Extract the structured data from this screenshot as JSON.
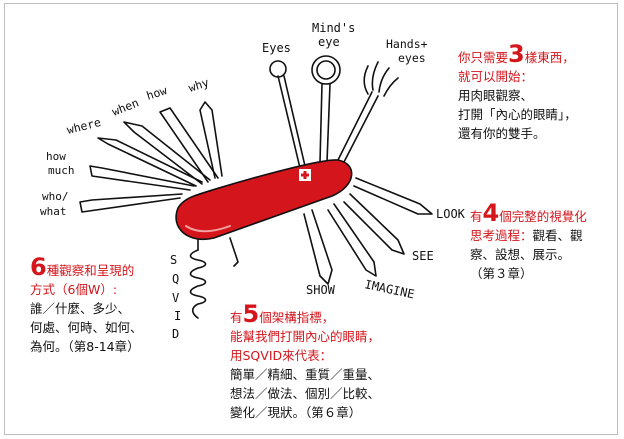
{
  "accent_color": "#d4161c",
  "blade_labels": {
    "eyes": "Eyes",
    "minds_eye_1": "Mind's",
    "minds_eye_2": "eye",
    "hands_eyes_1": "Hands+",
    "hands_eyes_2": "eyes",
    "how": "how",
    "why": "why",
    "when": "when",
    "where": "where",
    "how_much_1": "how",
    "how_much_2": "much",
    "who_what_1": "who/",
    "who_what_2": "what",
    "look": "LOOK",
    "see": "SEE",
    "imagine": "IMAGINE",
    "show": "SHOW",
    "sqvid": [
      "S",
      "Q",
      "V",
      "I",
      "D"
    ]
  },
  "note_3": {
    "pre": "你只需要",
    "num": "3",
    "post": "樣東西，",
    "line2": "就可以開始：",
    "line3": "用肉眼觀察、",
    "line4": "打開「內心的眼睛」，",
    "line5": "還有你的雙手。"
  },
  "note_4": {
    "pre": "有",
    "num": "4",
    "post": "個完整的視覺化",
    "line2_red": "思考過程：",
    "line2_rest": "觀看、觀",
    "line3": "察、設想、展示。",
    "line4": "（第３章）"
  },
  "note_6": {
    "num": "6",
    "post": "種觀察和呈現的",
    "line2": "方式（6個W）:",
    "line3": "誰／什麼、多少、",
    "line4": "何處、何時、如何、",
    "line5": "為何。（第8-14章）"
  },
  "note_5": {
    "pre": "有",
    "num": "5",
    "post": "個架構指標，",
    "line2": "能幫我們打開內心的眼睛，",
    "line3": "用SQVID來代表：",
    "line4": "簡單／精細、重質／重量、",
    "line5": "想法／做法、個別／比較、",
    "line6": "變化／現狀。（第６章）"
  }
}
